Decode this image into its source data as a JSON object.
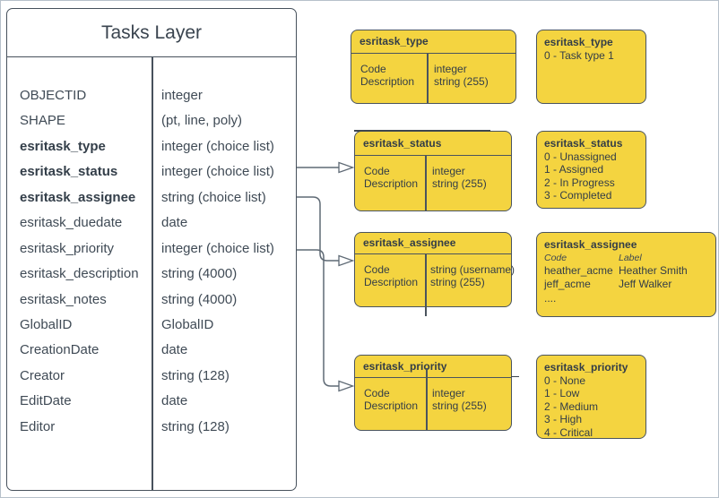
{
  "diagram": {
    "tasks_layer": {
      "title": "Tasks Layer",
      "fields": [
        {
          "name": "OBJECTID",
          "type": "integer"
        },
        {
          "name": "SHAPE",
          "type": "(pt, line, poly)"
        },
        {
          "name": "esritask_type",
          "type": "integer (choice list)"
        },
        {
          "name": "esritask_status",
          "type": "integer (choice list)"
        },
        {
          "name": "esritask_assignee",
          "type": "string (choice list)"
        },
        {
          "name": "esritask_duedate",
          "type": "date"
        },
        {
          "name": "esritask_priority",
          "type": "integer (choice list)"
        },
        {
          "name": "esritask_description",
          "type": "string (4000)"
        },
        {
          "name": "esritask_notes",
          "type": "string (4000)"
        },
        {
          "name": "GlobalID",
          "type": "GlobalID"
        },
        {
          "name": "CreationDate",
          "type": "date"
        },
        {
          "name": "Creator",
          "type": "string (128)"
        },
        {
          "name": "EditDate",
          "type": "date"
        },
        {
          "name": "Editor",
          "type": "string (128)"
        }
      ]
    },
    "domain_tables": [
      {
        "title": "esritask_type",
        "rows": [
          {
            "label": "Code",
            "type": "integer"
          },
          {
            "label": "Description",
            "type": "string (255)"
          }
        ]
      },
      {
        "title": "esritask_status",
        "rows": [
          {
            "label": "Code",
            "type": "integer"
          },
          {
            "label": "Description",
            "type": "string (255)"
          }
        ]
      },
      {
        "title": "esritask_assignee",
        "rows": [
          {
            "label": "Code",
            "type": "string  (username)"
          },
          {
            "label": "Description",
            "type": "string (255)"
          }
        ]
      },
      {
        "title": "esritask_priority",
        "rows": [
          {
            "label": "Code",
            "type": "integer"
          },
          {
            "label": "Description",
            "type": "string (255)"
          }
        ]
      }
    ],
    "value_lists": {
      "type": {
        "title": "esritask_type",
        "items": [
          "0 - Task type 1"
        ]
      },
      "status": {
        "title": "esritask_status",
        "items": [
          "0 - Unassigned",
          "1 - Assigned",
          "2 - In Progress",
          "3 - Completed"
        ]
      },
      "assignee": {
        "title": "esritask_assignee",
        "col_headers": {
          "code": "Code",
          "label": "Label"
        },
        "rows": [
          {
            "code": "heather_acme",
            "label": "Heather Smith"
          },
          {
            "code": "jeff_acme",
            "label": "Jeff Walker"
          }
        ],
        "ellipsis": "...."
      },
      "priority": {
        "title": "esritask_priority",
        "items": [
          "0 - None",
          "1 - Low",
          "2 - Medium",
          "3 - High",
          "4 - Critical"
        ]
      }
    },
    "colors": {
      "box_fill": "#f4d440",
      "box_border": "#4a545e",
      "table_border": "#47515c",
      "text": "#3a444f",
      "connector": "#5f6a75",
      "frame": "#b7c0ca"
    }
  }
}
